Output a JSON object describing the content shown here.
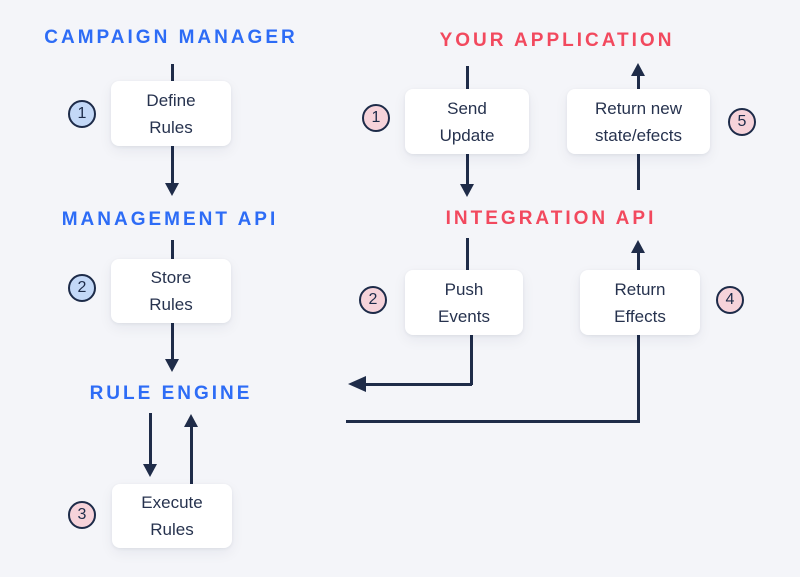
{
  "colors": {
    "background": "#f4f5f9",
    "heading_blue": "#2d6cf6",
    "heading_red": "#f2495e",
    "line_navy": "#1f2c49",
    "node_bg": "#ffffff",
    "node_text": "#26324e",
    "badge_blue_fill": "#c3d8f7",
    "badge_pink_fill": "#f6d3da",
    "badge_border": "#1d2b49"
  },
  "left": {
    "campaign_manager": "CAMPAIGN MANAGER",
    "management_api": "MANAGEMENT API",
    "rule_engine": "RULE ENGINE",
    "steps": {
      "define": {
        "badge": "1",
        "line1": "Define",
        "line2": "Rules"
      },
      "store": {
        "badge": "2",
        "line1": "Store",
        "line2": "Rules"
      },
      "execute": {
        "badge": "3",
        "line1": "Execute",
        "line2": "Rules"
      }
    }
  },
  "right": {
    "your_application": "YOUR APPLICATION",
    "integration_api": "INTEGRATION API",
    "steps": {
      "send_update": {
        "badge": "1",
        "line1": "Send",
        "line2": "Update"
      },
      "return_new_state": {
        "badge": "5",
        "line1": "Return new",
        "line2": "state/efects"
      },
      "push_events": {
        "badge": "2",
        "line1": "Push",
        "line2": "Events"
      },
      "return_effects": {
        "badge": "4",
        "line1": "Return",
        "line2": "Effects"
      }
    }
  }
}
